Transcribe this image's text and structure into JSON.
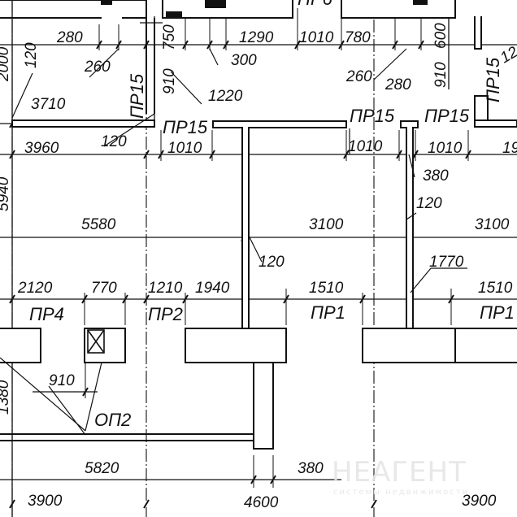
{
  "drawing": {
    "title": "Floor plan fragment: partitions and lintels",
    "colors": {
      "ink": "#111111",
      "paper": "#ffffff",
      "watermark": "#e6e6e6"
    },
    "dimensions": {
      "d280": "280",
      "d260": "260",
      "d750": "750",
      "d1290": "1290",
      "d300": "300",
      "d1010a": "1010",
      "d780": "780",
      "d600": "600",
      "d260b": "260",
      "d280b": "280",
      "d910a": "910",
      "d2000": "2000",
      "d120a": "120",
      "d910b": "910",
      "d1220": "1220",
      "d3710": "3710",
      "d3960": "3960",
      "d120b": "120",
      "d1010b": "1010",
      "d1010c": "1010",
      "d1010d": "1010",
      "d19": "19",
      "d380a": "380",
      "d120c": "120",
      "d5940": "5940",
      "d5580": "5580",
      "d3100a": "3100",
      "d3100b": "3100",
      "d120d": "120",
      "d1770": "1770",
      "d2120": "2120",
      "d770": "770",
      "d1210": "1210",
      "d1940": "1940",
      "d1510a": "1510",
      "d1510b": "1510",
      "d910c": "910",
      "d1380": "1380",
      "d5820": "5820",
      "d380b": "380",
      "d3900a": "3900",
      "d4600": "4600",
      "d3900b": "3900"
    },
    "marks": {
      "pr6": "ПР6",
      "pr15a": "ПР15",
      "pr15b": "ПР15",
      "pr15c": "ПР15",
      "pr15d": "ПР15",
      "pr15e": "ПР15",
      "pr4": "ПР4",
      "pr2": "ПР2",
      "pr1a": "ПР1",
      "pr1b": "ПР1",
      "op2": "ОП2",
      "r12": "12"
    },
    "watermark": {
      "brand": "НЕАГЕНТ",
      "tagline": "системы недвижимости"
    }
  }
}
